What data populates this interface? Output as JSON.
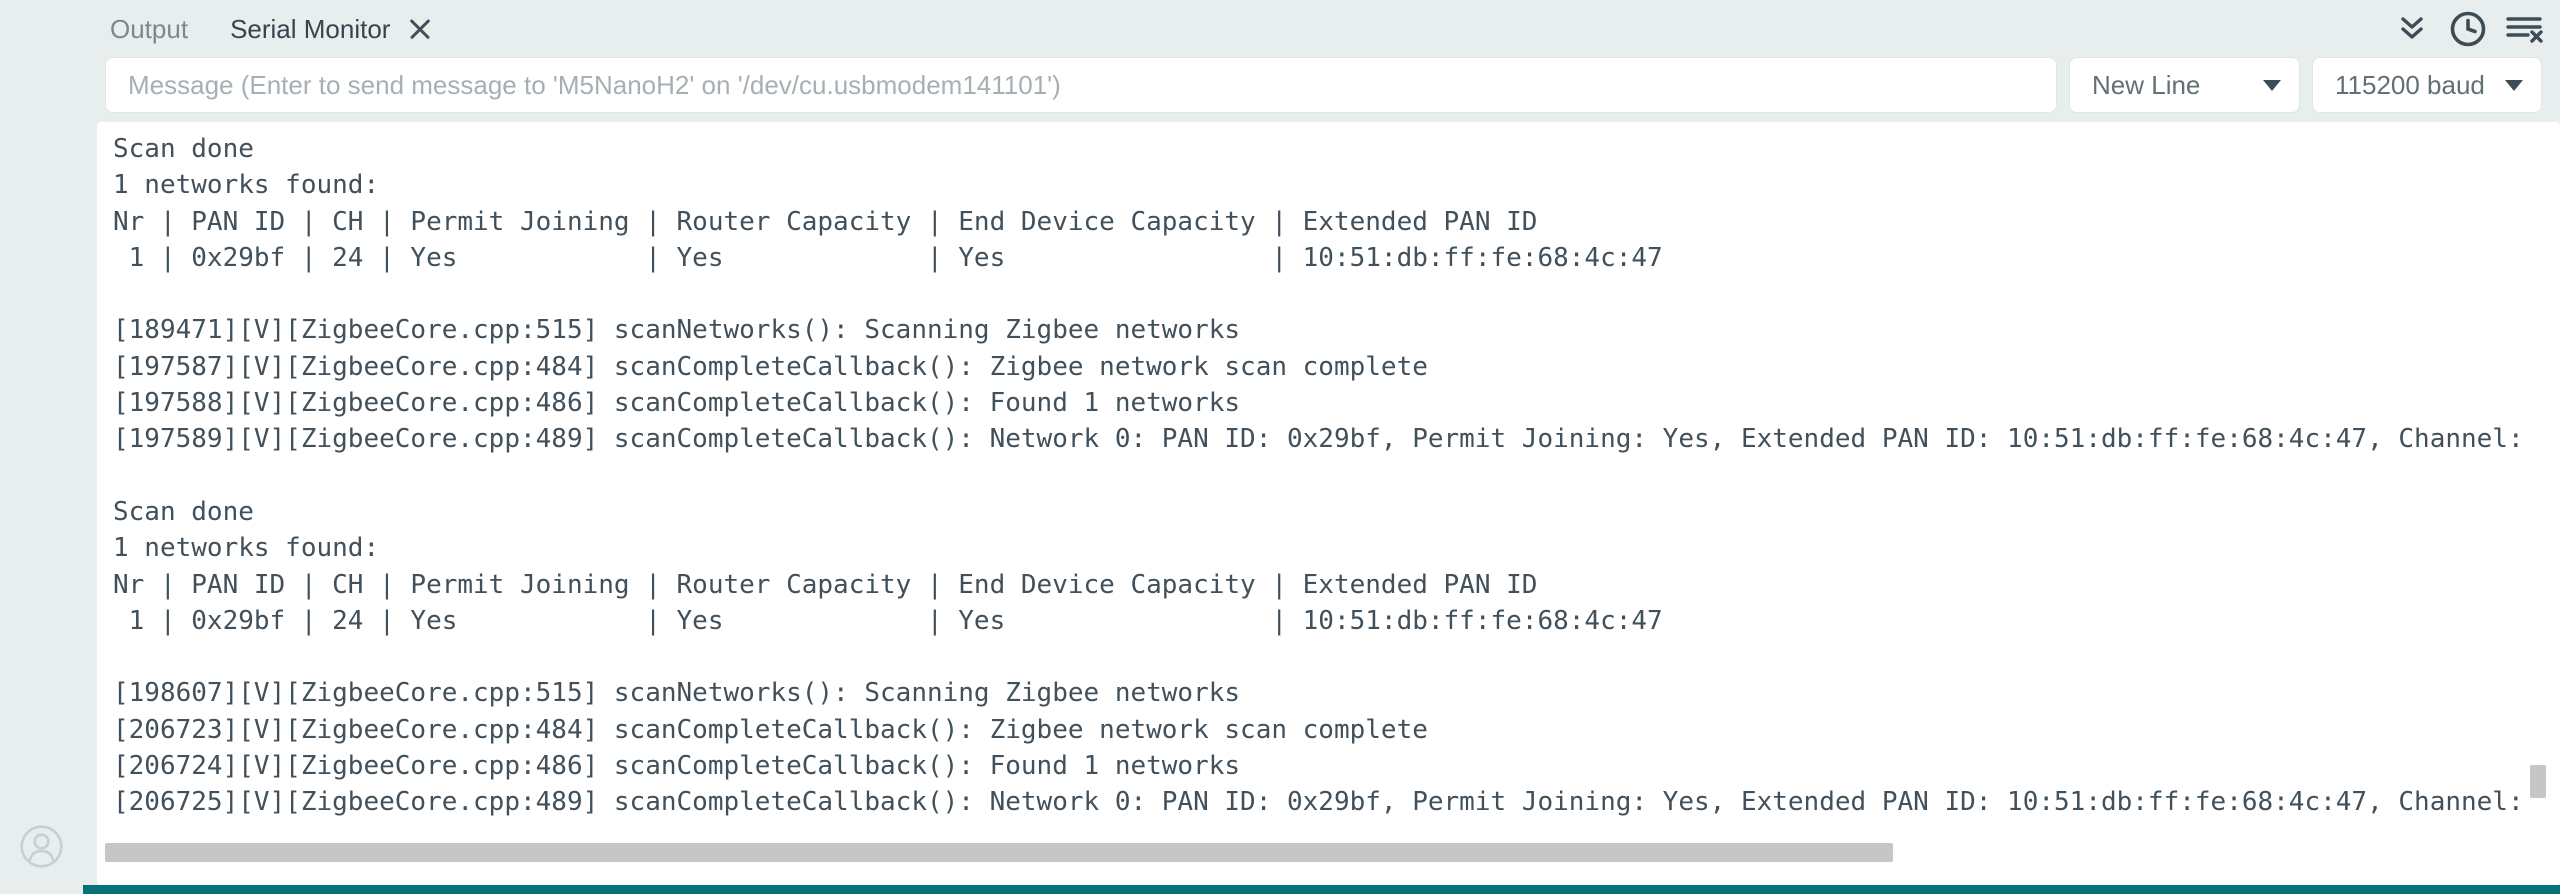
{
  "tabs": [
    {
      "label": "Output",
      "active": false
    },
    {
      "label": "Serial Monitor",
      "active": true,
      "closable": true
    }
  ],
  "toolbar": {
    "icons": [
      {
        "name": "collapse-panel",
        "glyph": "double-chevron-down"
      },
      {
        "name": "toggle-timestamp",
        "glyph": "clock"
      },
      {
        "name": "clear-output",
        "glyph": "lines-with-x"
      }
    ]
  },
  "message_input": {
    "value": "",
    "placeholder": "Message (Enter to send message to 'M5NanoH2' on '/dev/cu.usbmodem141101')"
  },
  "line_ending_select": {
    "value": "New Line"
  },
  "baud_select": {
    "value": "115200 baud"
  },
  "console": {
    "lines": [
      "Scan done",
      "1 networks found:",
      "Nr | PAN ID | CH | Permit Joining | Router Capacity | End Device Capacity | Extended PAN ID",
      " 1 | 0x29bf | 24 | Yes            | Yes             | Yes                 | 10:51:db:ff:fe:68:4c:47",
      "",
      "[189471][V][ZigbeeCore.cpp:515] scanNetworks(): Scanning Zigbee networks",
      "[197587][V][ZigbeeCore.cpp:484] scanCompleteCallback(): Zigbee network scan complete",
      "[197588][V][ZigbeeCore.cpp:486] scanCompleteCallback(): Found 1 networks",
      "[197589][V][ZigbeeCore.cpp:489] scanCompleteCallback(): Network 0: PAN ID: 0x29bf, Permit Joining: Yes, Extended PAN ID: 10:51:db:ff:fe:68:4c:47, Channel: ",
      "",
      "Scan done",
      "1 networks found:",
      "Nr | PAN ID | CH | Permit Joining | Router Capacity | End Device Capacity | Extended PAN ID",
      " 1 | 0x29bf | 24 | Yes            | Yes             | Yes                 | 10:51:db:ff:fe:68:4c:47",
      "",
      "[198607][V][ZigbeeCore.cpp:515] scanNetworks(): Scanning Zigbee networks",
      "[206723][V][ZigbeeCore.cpp:484] scanCompleteCallback(): Zigbee network scan complete",
      "[206724][V][ZigbeeCore.cpp:486] scanCompleteCallback(): Found 1 networks",
      "[206725][V][ZigbeeCore.cpp:489] scanCompleteCallback(): Network 0: PAN ID: 0x29bf, Permit Joining: Yes, Extended PAN ID: 10:51:db:ff:fe:68:4c:47, Channel: "
    ]
  },
  "colors": {
    "panel_background": "#e8eeee",
    "console_background": "#ffffff",
    "console_text": "#41505a",
    "active_tab_text": "#36454d",
    "inactive_tab_text": "#7b898f",
    "icon": "#3e4d55",
    "scrollbar_thumb": "#c4c6c7",
    "status_bar_teal": "#077078"
  }
}
